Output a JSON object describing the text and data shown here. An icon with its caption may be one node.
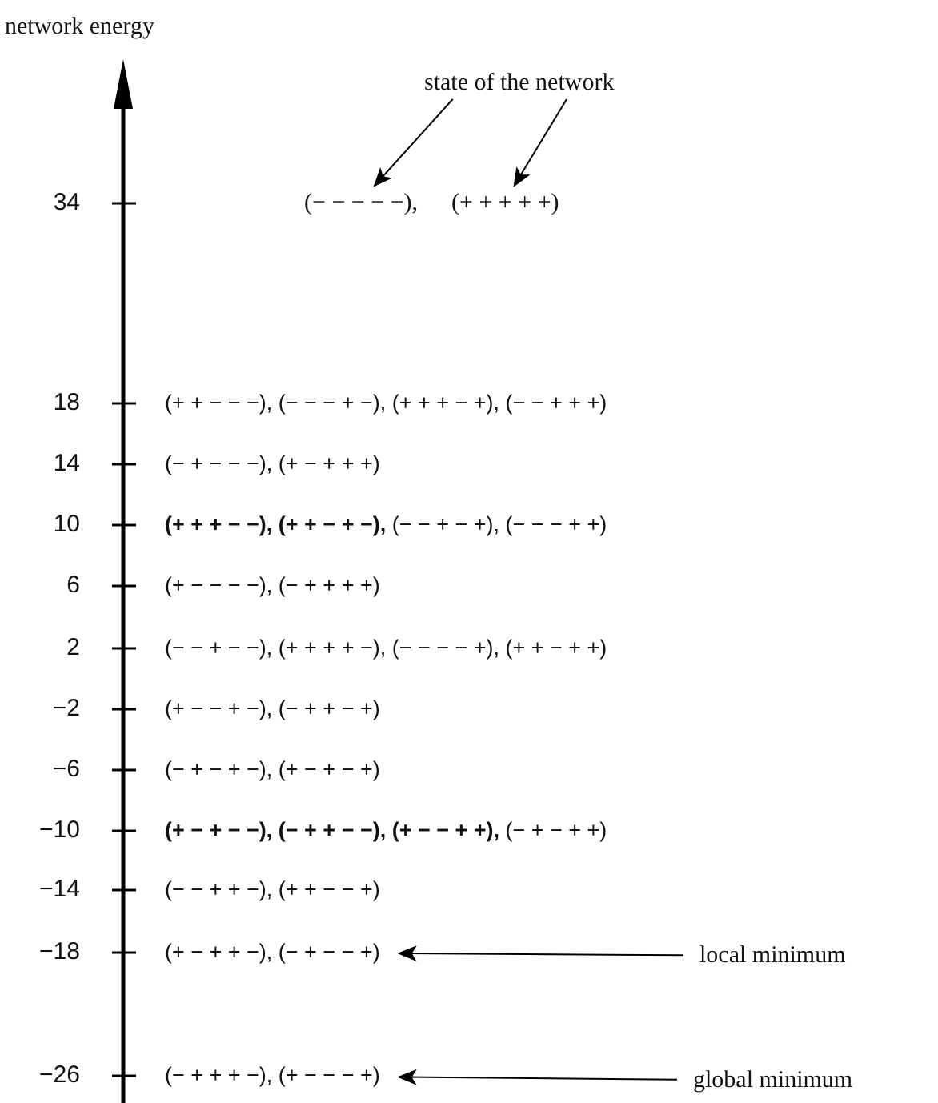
{
  "diagram": {
    "nodes": [
      {
        "text": [
          "state of the network"
        ]
      },
      {
        "text": [
          "(− − − − −),"
        ]
      },
      {
        "text": [
          "(+ + + + +)"
        ]
      },
      {
        "text": [
          "(+ − + + −), (− + − − +)"
        ]
      },
      {
        "text": [
          "local minimum"
        ]
      },
      {
        "text": [
          "(− + + + −), (+ − − − +)"
        ]
      },
      {
        "text": [
          "global minimum"
        ]
      }
    ],
    "edges": [
      {
        "from": 0,
        "to": 1,
        "arrow": "to"
      },
      {
        "from": 0,
        "to": 2,
        "arrow": "to"
      },
      {
        "from": 4,
        "to": 3,
        "arrow": "to"
      },
      {
        "from": 6,
        "to": 5,
        "arrow": "to"
      }
    ],
    "labels": [
      "network energy",
      "34",
      "18",
      "(+ + − − −), (− − − + −), (+ + + − +), (− − + + +)",
      "14",
      "(− + − − −), (+ − + + +)",
      "10",
      "**(+ + + − −), (+ + − + −),** (− − + − +), (− − − + +)",
      "6",
      "(+ − − − −), (− + + + +)",
      "2",
      "(− − + − −), (+ + + + −), (− − − − +), (+ + − + +)",
      "−2",
      "(+ − − + −), (− + + − +)",
      "−6",
      "(− + − + −), (+ − + − +)",
      "−10",
      "**(+ − + − −), (− + + − −), (+ − − + +),** (− + − + +)",
      "−14",
      "(− − + + −), (+ + − − +)",
      "−18",
      "−26"
    ]
  }
}
